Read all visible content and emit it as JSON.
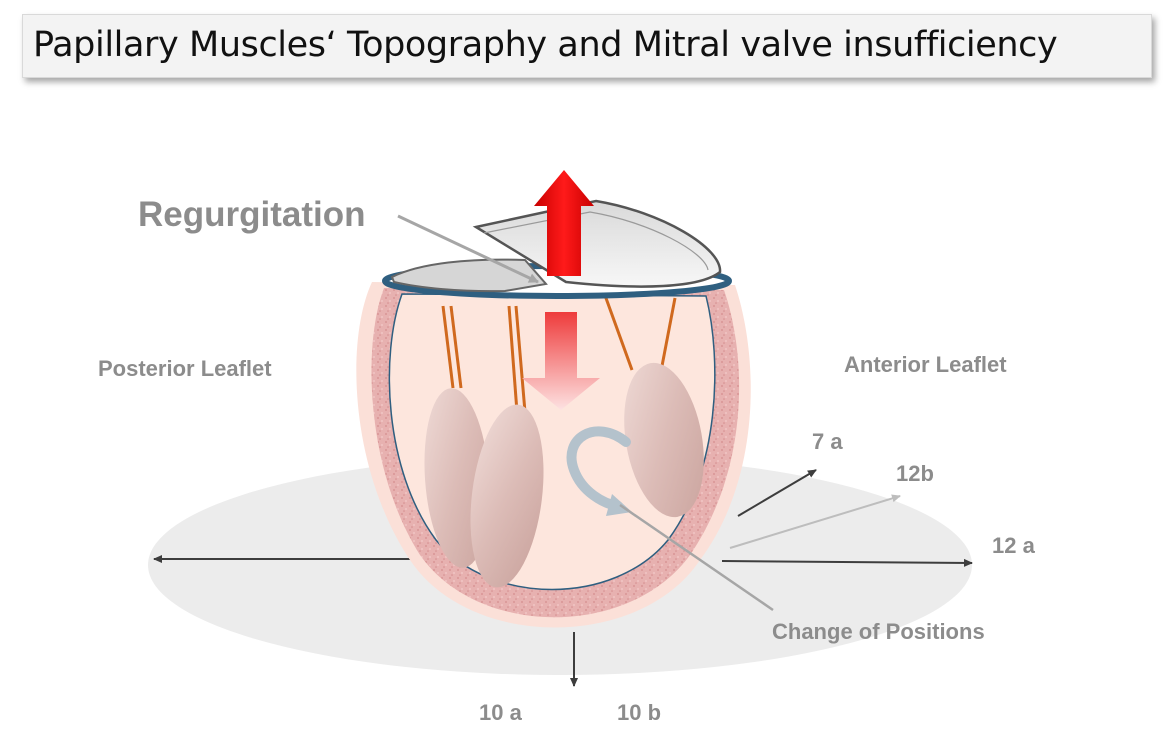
{
  "title": "Papillary Muscles‘ Topography and Mitral valve insufficiency",
  "labels": {
    "regurgitation": "Regurgitation",
    "posterior_leaflet": "Posterior Leaflet",
    "anterior_leaflet": "Anterior Leaflet",
    "change_of_positions": "Change of Positions",
    "pos_7a": "7 a",
    "pos_12b": "12b",
    "pos_12a": "12 a",
    "pos_10a": "10 a",
    "pos_10b": "10 b"
  },
  "colors": {
    "regurgitation_arrow": "#e60000",
    "label_gray": "#8c8c8c",
    "annulus_blue": "#2f5f80",
    "chordae_orange": "#d0691e",
    "myocardium_pink": "#e3a7a7"
  }
}
